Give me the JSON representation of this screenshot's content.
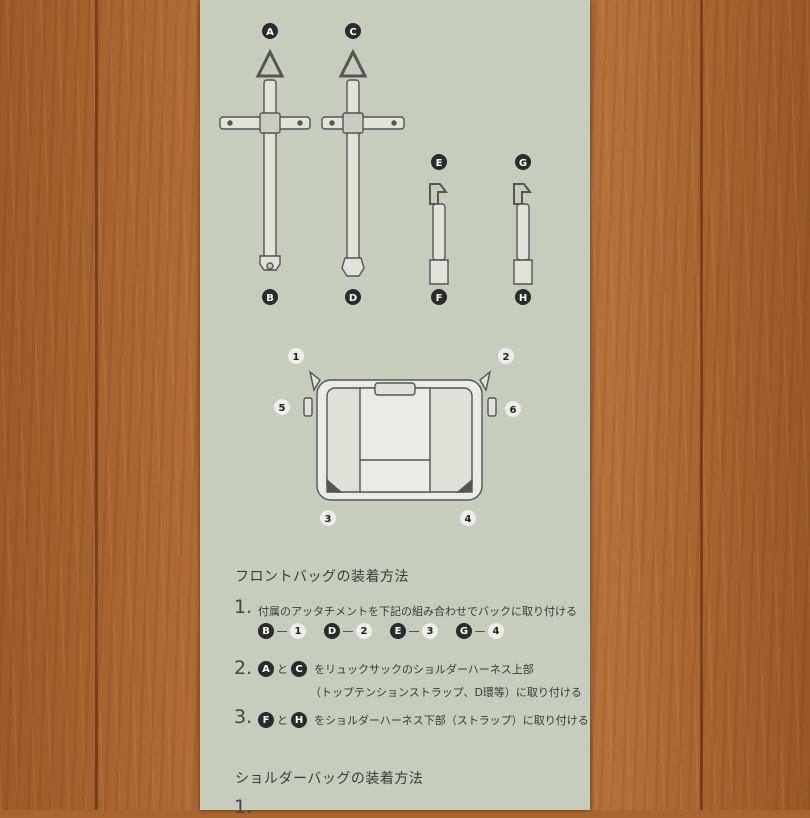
{
  "attachment_labels": [
    "A",
    "B",
    "C",
    "D",
    "E",
    "F",
    "G",
    "H"
  ],
  "bag_labels": [
    "1",
    "2",
    "3",
    "4",
    "5",
    "6"
  ],
  "section1": {
    "title": "フロントバッグの装着方法",
    "step1": {
      "num": "1.",
      "text": "付属のアッタチメントを下記の組み合わせでバックに取り付ける",
      "pairs": [
        [
          "B",
          "1"
        ],
        [
          "D",
          "2"
        ],
        [
          "E",
          "3"
        ],
        [
          "G",
          "4"
        ]
      ]
    },
    "step2": {
      "num": "2.",
      "a": "A",
      "to": "と",
      "c": "C",
      "text": "をリュックサックのショルダーハーネス上部",
      "text2": "（トップテンションストラップ、D環等）に取り付ける"
    },
    "step3": {
      "num": "3.",
      "f": "F",
      "to": "と",
      "h": "H",
      "text": "をショルダーハーネス下部（ストラップ）に取り付ける"
    }
  },
  "section2": {
    "title": "ショルダーバッグの装着方法",
    "num": "1."
  }
}
